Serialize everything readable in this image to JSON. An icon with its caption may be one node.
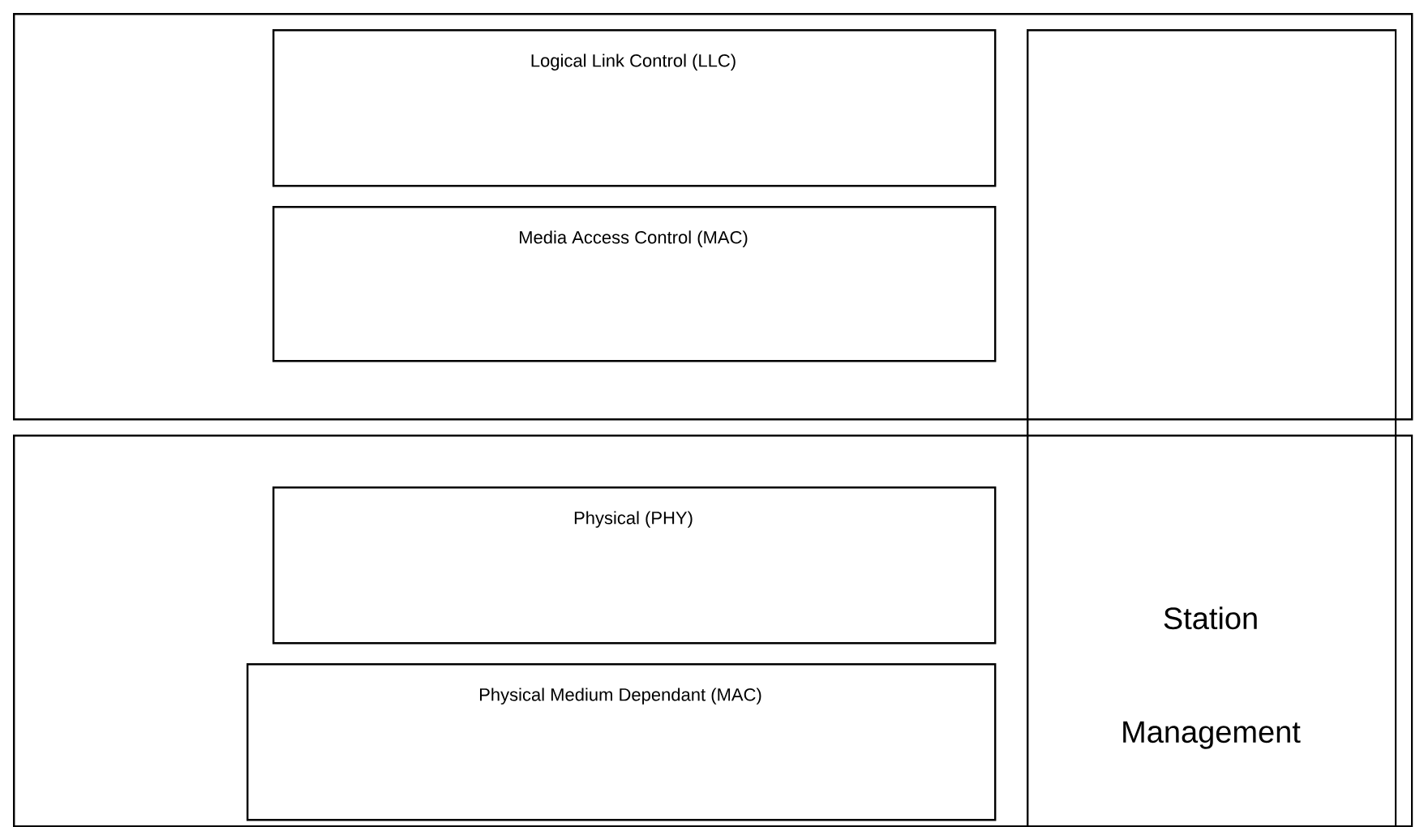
{
  "diagram": {
    "nodes": [
      {
        "text": [],
        "shape": "box"
      },
      {
        "text": [
          "Logical Link Control (LLC)"
        ],
        "in": 0
      },
      {
        "text": [
          "Media Access Control (MAC)"
        ],
        "in": 0
      },
      {
        "text": [],
        "shape": "box"
      },
      {
        "text": [
          "Physical (PHY)"
        ],
        "in": 3
      },
      {
        "text": [
          "Physical Medium Dependant (MAC)"
        ],
        "in": 3
      },
      {
        "text": [
          "Station Management"
        ]
      }
    ]
  }
}
